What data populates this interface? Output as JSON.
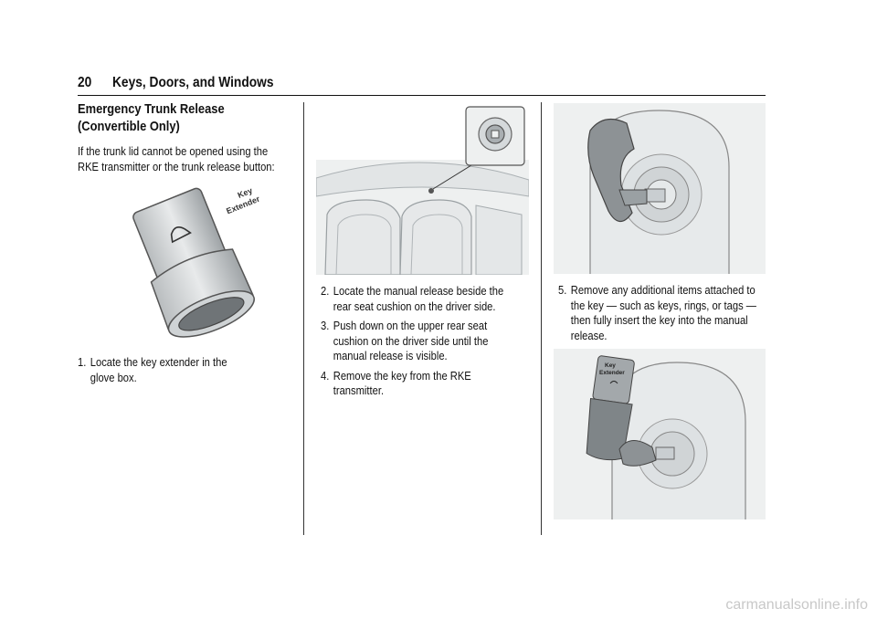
{
  "header": {
    "page_number": "20",
    "section": "Keys, Doors, and Windows"
  },
  "left": {
    "title_line1": "Emergency Trunk Release",
    "title_line2": "(Convertible Only)",
    "intro_line1": "If the trunk lid cannot be opened using the",
    "intro_line2": "RKE transmitter or the trunk release button:",
    "fig_label_line1": "Key",
    "fig_label_line2": "Extender",
    "step1_num": "1.",
    "step1_line1": "Locate the key extender in the",
    "step1_line2": "glove box."
  },
  "middle": {
    "step2_num": "2.",
    "step2_line1": "Locate the manual release beside the",
    "step2_line2": "rear seat cushion on the driver side.",
    "step3_num": "3.",
    "step3_line1": "Push down on the upper rear seat",
    "step3_line2": "cushion on the driver side until the",
    "step3_line3": "manual release is visible.",
    "step4_num": "4.",
    "step4_line1": "Remove the key from the RKE",
    "step4_line2": "transmitter."
  },
  "right": {
    "step5_num": "5.",
    "step5_line1": "Remove any additional items attached to",
    "step5_line2": "the key — such as keys, rings, or tags —",
    "step5_line3": "then fully insert the key into the manual",
    "step5_line4": "release.",
    "fig_label_line1": "Key",
    "fig_label_line2": "Extender"
  },
  "watermark": "carmanualsonline.info"
}
